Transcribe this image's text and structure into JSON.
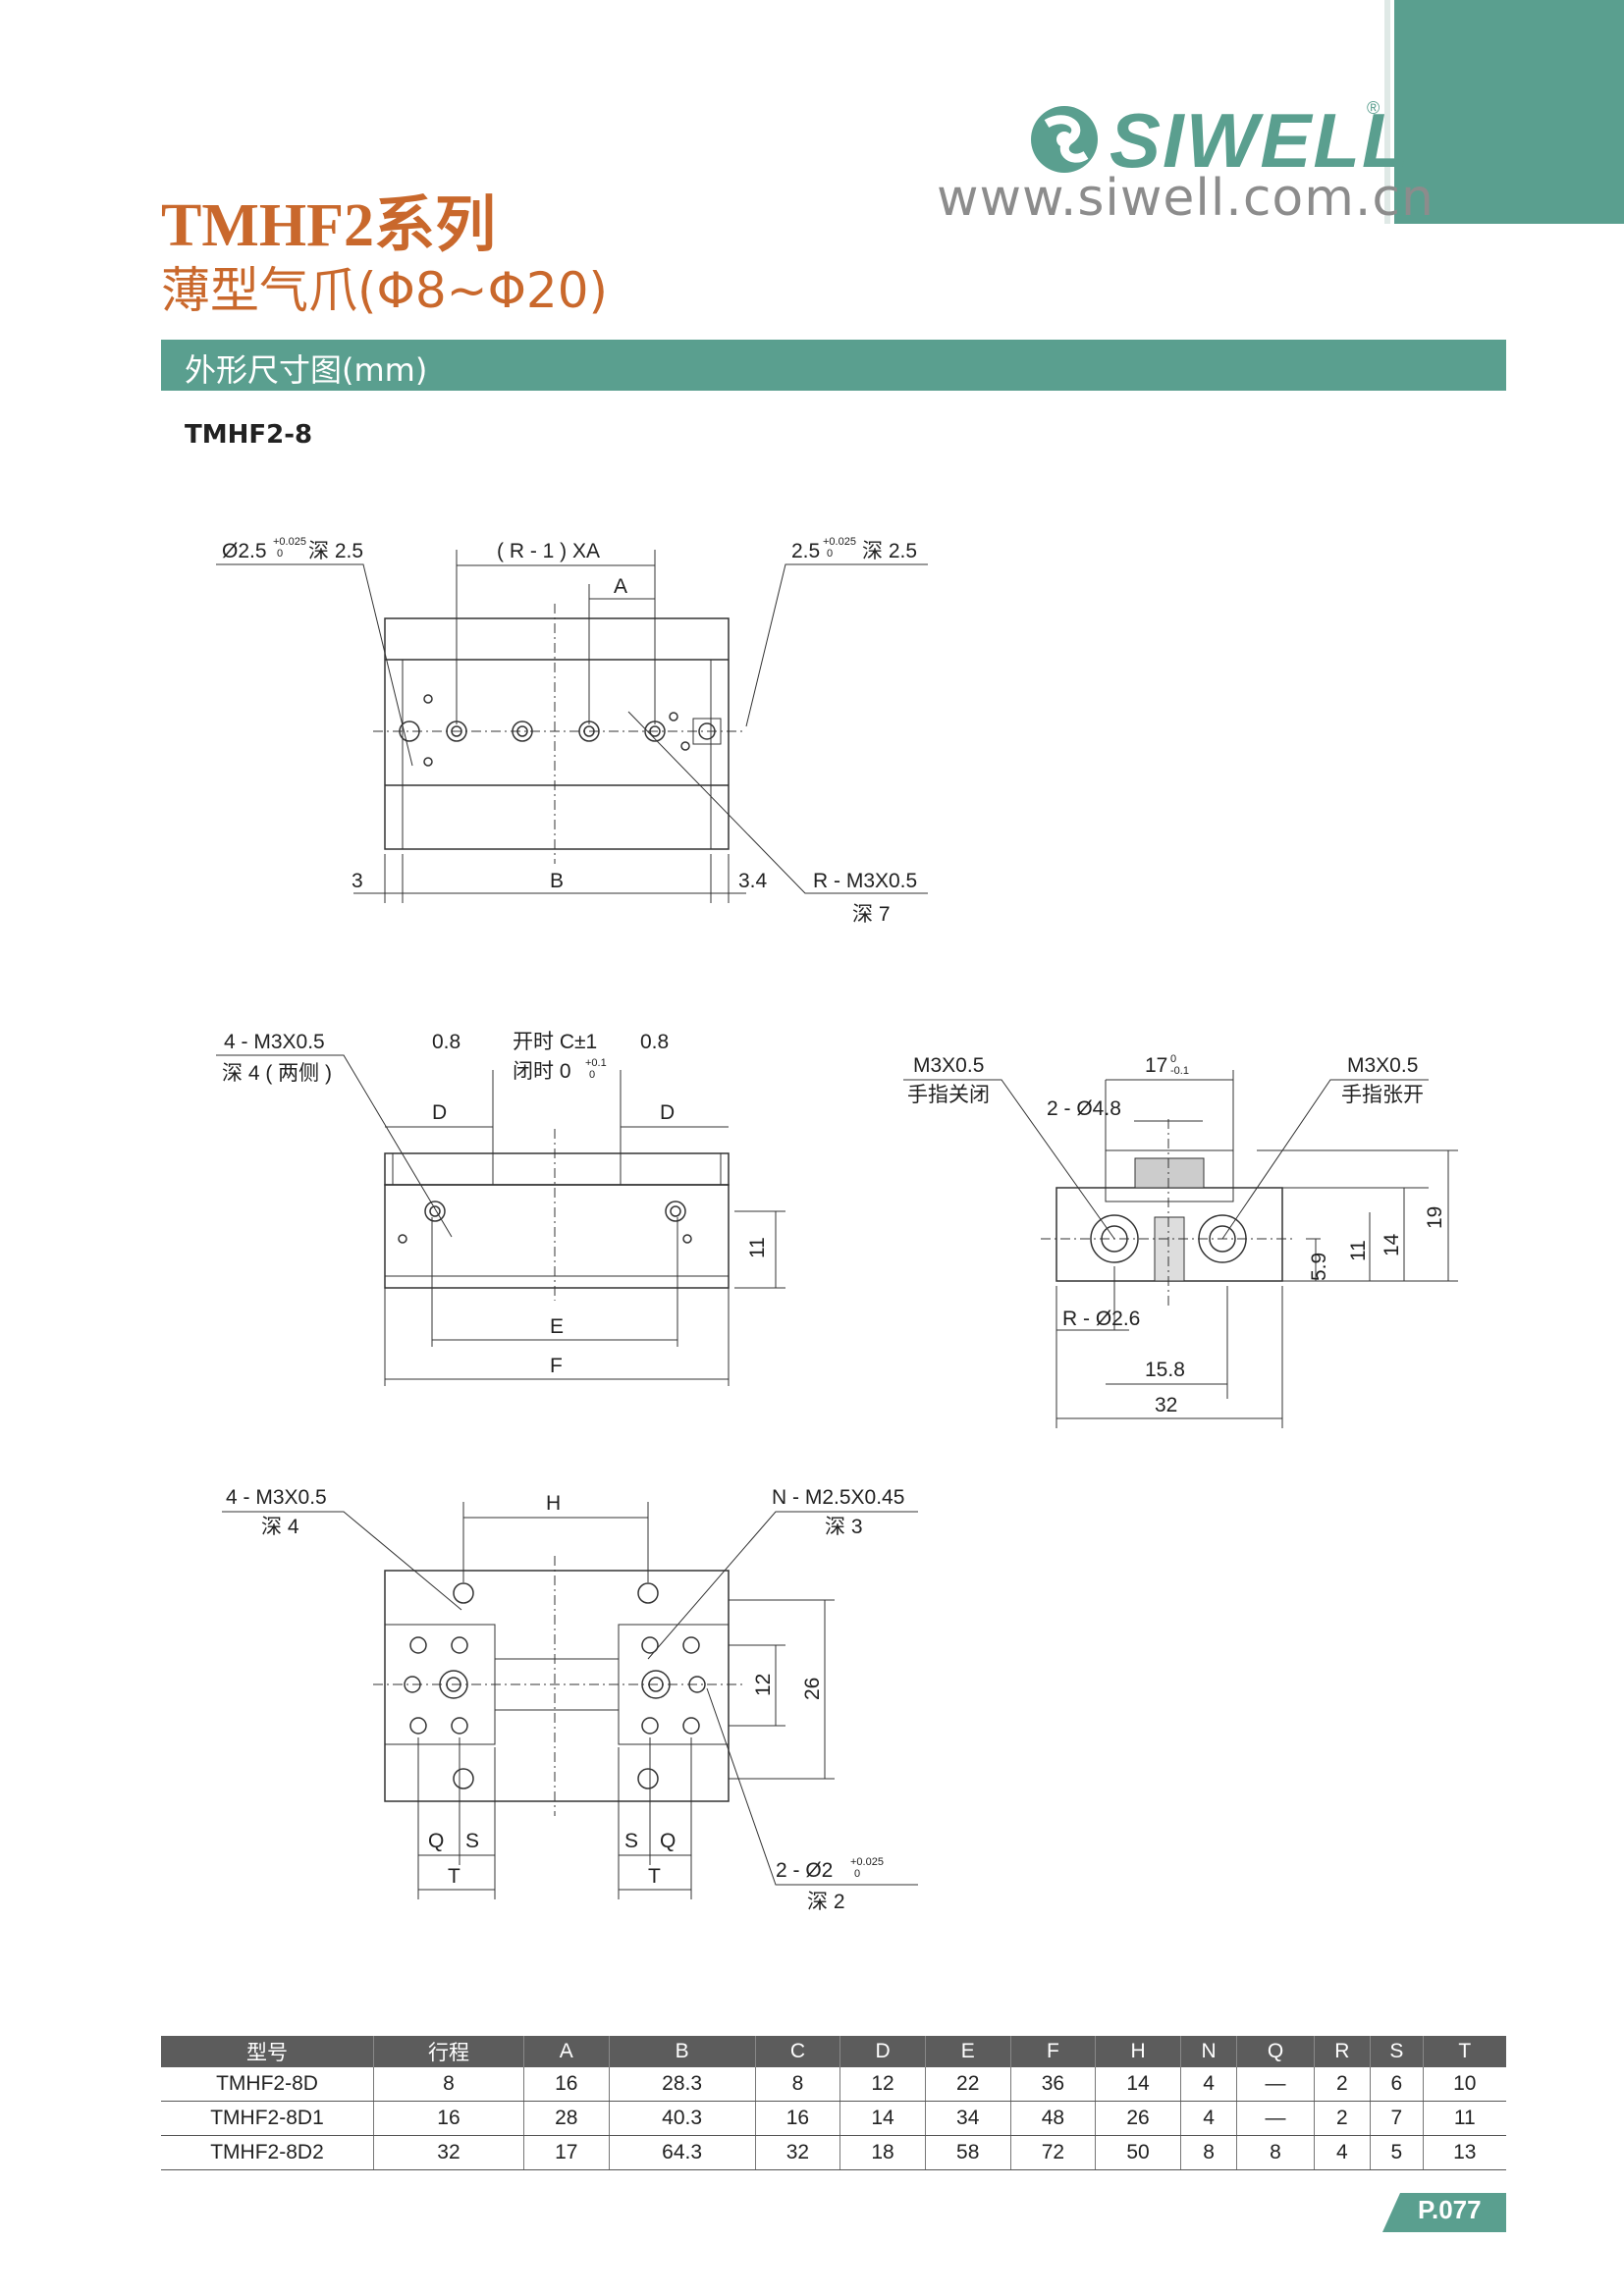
{
  "header": {
    "brand": "SIWELL",
    "reg_mark": "®",
    "url": "www.siwell.com.cn",
    "series_title": "TMHF2系列",
    "series_subtitle": "薄型气爪(Φ8~Φ20)",
    "accent_color": "#5a9f8f",
    "title_color": "#c9682c"
  },
  "section": {
    "label": "外形尺寸图(mm)",
    "model": "TMHF2-8"
  },
  "drawing_top": {
    "hole_spec": "Ø2.5",
    "hole_tol_up": "+0.025",
    "hole_tol_down": "0",
    "hole_depth": "深 2.5",
    "pitch": "( R - 1 ) XA",
    "a": "A",
    "right_spec": "2.5",
    "right_tol_up": "+0.025",
    "right_tol_down": "0",
    "right_depth": "深 2.5",
    "left_dim": "3",
    "b": "B",
    "right_dim": "3.4",
    "thread": "R - M3X0.5",
    "thread_depth": "深 7"
  },
  "drawing_front": {
    "thread": "4 - M3X0.5",
    "thread_depth": "深 4 ( 两侧 )",
    "gap_left": "0.8",
    "open": "开时 C±1",
    "close": "闭时 0",
    "close_tol_up": "+0.1",
    "close_tol_down": "0",
    "gap_right": "0.8",
    "d_left": "D",
    "d_right": "D",
    "h11": "11",
    "e": "E",
    "f": "F"
  },
  "drawing_side": {
    "left_thread": "M3X0.5",
    "left_note": "手指关闭",
    "width17": "17",
    "width17_tol_up": "0",
    "width17_tol_down": "-0.1",
    "right_thread": "M3X0.5",
    "right_note": "手指张开",
    "hole": "2 - Ø4.8",
    "h59": "5.9",
    "h11": "11",
    "h14": "14",
    "h19": "19",
    "r_hole": "R - Ø2.6",
    "w158": "15.8",
    "w32": "32"
  },
  "drawing_bottom": {
    "thread": "4 - M3X0.5",
    "thread_depth": "深 4",
    "h": "H",
    "n_thread": "N - M2.5X0.45",
    "n_depth": "深 3",
    "h12": "12",
    "h26": "26",
    "q": "Q",
    "s": "S",
    "t": "T",
    "pin": "2 - Ø2",
    "pin_tol_up": "+0.025",
    "pin_tol_down": "0",
    "pin_depth": "深 2"
  },
  "table": {
    "headers": [
      "型号",
      "行程",
      "A",
      "B",
      "C",
      "D",
      "E",
      "F",
      "H",
      "N",
      "Q",
      "R",
      "S",
      "T"
    ],
    "rows": [
      [
        "TMHF2-8D",
        "8",
        "16",
        "28.3",
        "8",
        "12",
        "22",
        "36",
        "14",
        "4",
        "—",
        "2",
        "6",
        "10"
      ],
      [
        "TMHF2-8D1",
        "16",
        "28",
        "40.3",
        "16",
        "14",
        "34",
        "48",
        "26",
        "4",
        "—",
        "2",
        "7",
        "11"
      ],
      [
        "TMHF2-8D2",
        "32",
        "17",
        "64.3",
        "32",
        "18",
        "58",
        "72",
        "50",
        "8",
        "8",
        "4",
        "5",
        "13"
      ]
    ]
  },
  "footer": {
    "page": "P.077"
  }
}
